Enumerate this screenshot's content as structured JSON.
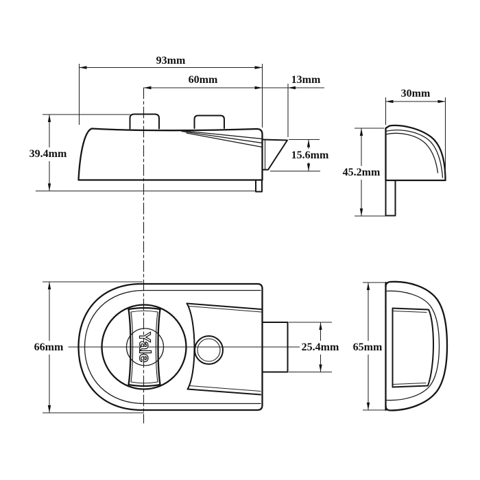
{
  "brand": {
    "label": "Yale"
  },
  "dimensions": {
    "side_overall_width": "93mm",
    "side_backset": "60mm",
    "side_bolt_projection": "13mm",
    "side_overall_height": "39.4mm",
    "side_bolt_height": "15.6mm",
    "end_depth": "30mm",
    "end_height": "45.2mm",
    "front_height": "66mm",
    "front_bolt_width": "25.4mm",
    "profile_height": "65mm"
  }
}
